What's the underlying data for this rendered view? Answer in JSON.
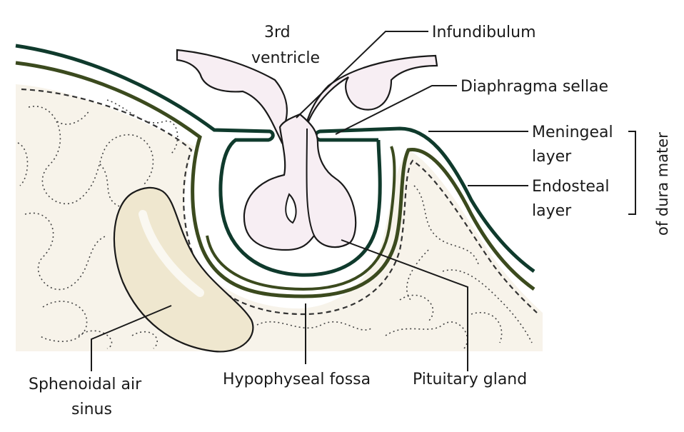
{
  "labels": {
    "third_ventricle_line1": "3rd",
    "third_ventricle_line2": "ventricle",
    "infundibulum": "Infundibulum",
    "diaphragma_sellae": "Diaphragma sellae",
    "meningeal_line1": "Meningeal",
    "meningeal_line2": "layer",
    "endosteal_line1": "Endosteal",
    "endosteal_line2": "layer",
    "dura_mater": "of dura mater",
    "sphenoidal_line1": "Sphenoidal air",
    "sphenoidal_line2": "sinus",
    "hypophyseal_fossa": "Hypophyseal fossa",
    "pituitary_gland": "Pituitary gland"
  },
  "colors": {
    "meningeal": "#0f3a2c",
    "endosteal": "#3b4a1e",
    "tissue_fill": "#f7eef3",
    "sinus_fill": "#efe7cf",
    "bone_fill": "#f7f3ea"
  }
}
